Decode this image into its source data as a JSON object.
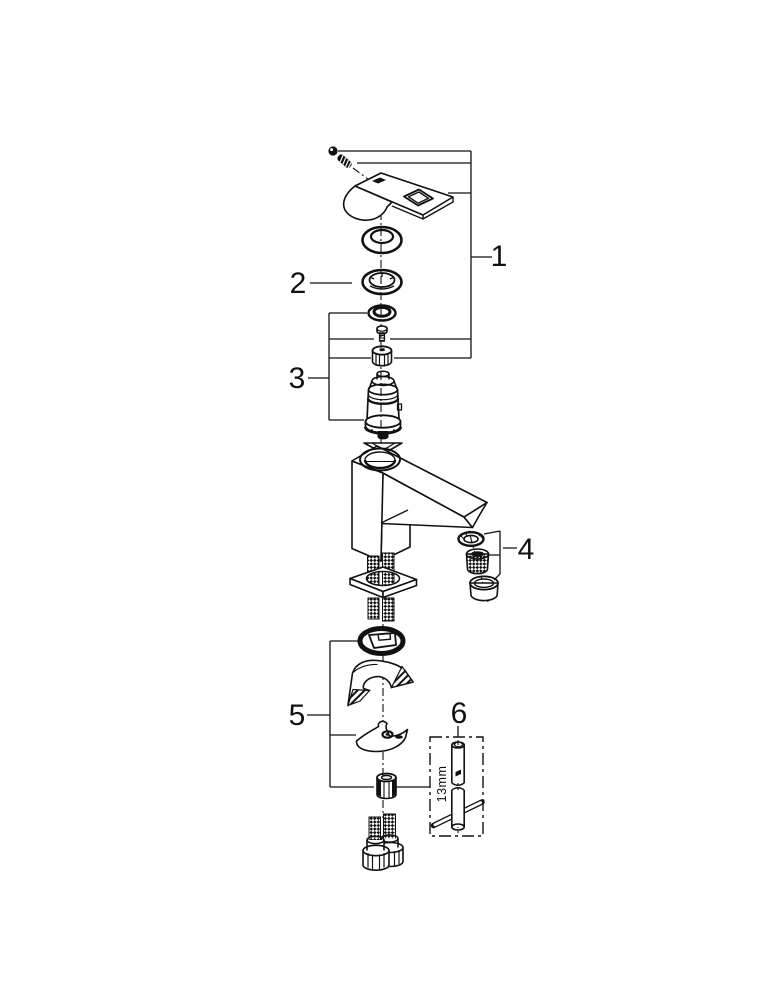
{
  "diagram": {
    "callouts": [
      {
        "label": "1"
      },
      {
        "label": "2"
      },
      {
        "label": "3"
      },
      {
        "label": "4"
      },
      {
        "label": "5"
      },
      {
        "label": "6"
      }
    ],
    "tool_box": {
      "size_label": "13mm"
    },
    "colors": {
      "line": "#111111",
      "background": "#ffffff"
    }
  }
}
